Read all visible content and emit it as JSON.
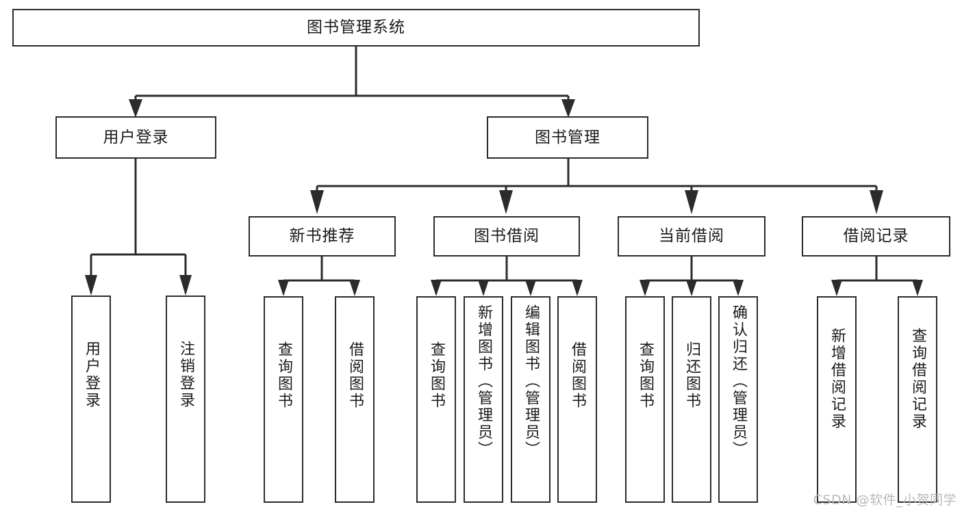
{
  "diagram": {
    "title": "图书管理系统",
    "type": "tree-hierarchy-chart",
    "root": {
      "label": "图书管理系统"
    },
    "level2": [
      {
        "label": "用户登录"
      },
      {
        "label": "图书管理"
      }
    ],
    "level3": [
      {
        "label": "新书推荐"
      },
      {
        "label": "图书借阅"
      },
      {
        "label": "当前借阅"
      },
      {
        "label": "借阅记录"
      }
    ],
    "leaves": {
      "user_login": [
        {
          "label": "用户登录"
        },
        {
          "label": "注销登录"
        }
      ],
      "new_book_recommend": [
        {
          "label": "查询图书"
        },
        {
          "label": "借阅图书"
        }
      ],
      "book_borrow": [
        {
          "label": "查询图书"
        },
        {
          "label": "新增图书（管理员）"
        },
        {
          "label": "编辑图书（管理员）"
        },
        {
          "label": "借阅图书"
        }
      ],
      "current_borrow": [
        {
          "label": "查询图书"
        },
        {
          "label": "归还图书"
        },
        {
          "label": "确认归还（管理员）"
        }
      ],
      "borrow_record": [
        {
          "label": "新增借阅记录"
        },
        {
          "label": "查询借阅记录"
        }
      ]
    }
  },
  "watermark": {
    "text": "CSDN @软件_小贺同学"
  },
  "colors": {
    "border": "#2b2b2b",
    "connector": "#2b2b2b",
    "background": "#ffffff",
    "text": "#1a1a1a",
    "watermark": "#b9b9b9"
  }
}
